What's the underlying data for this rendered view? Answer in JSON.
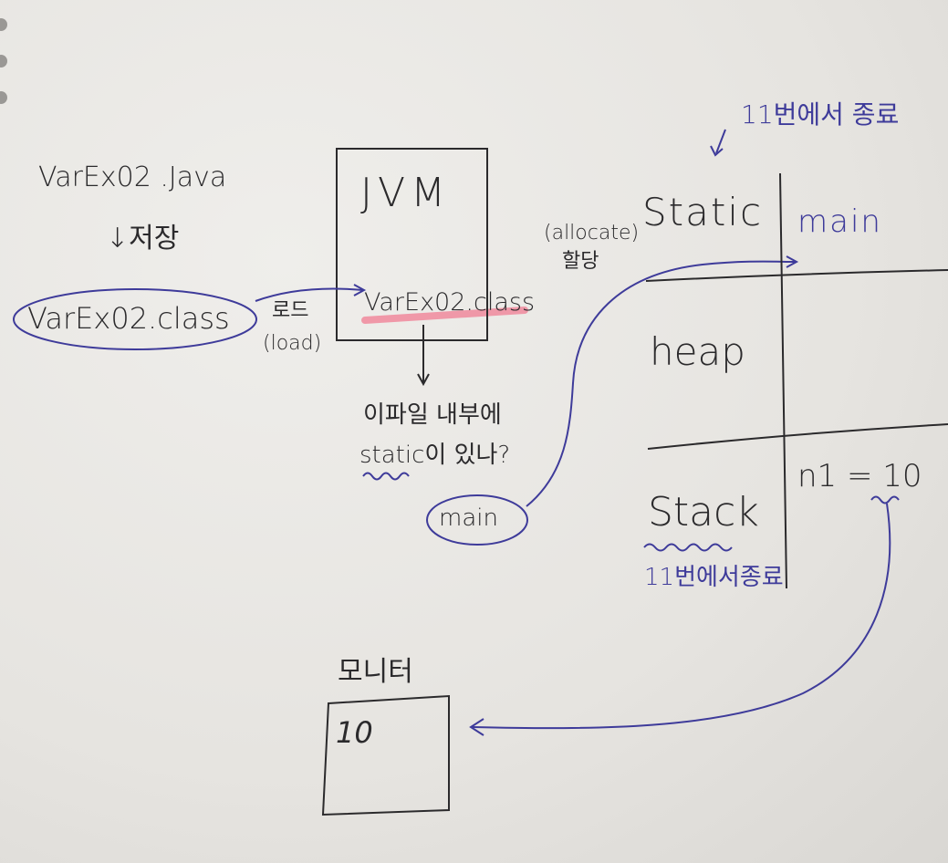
{
  "diagram": {
    "source_file": "VarEx02 .Java",
    "save_label": "↓저장",
    "class_file": "VarEx02.class",
    "load_label_ko": "로드",
    "load_label_en": "(load)",
    "jvm_title": "JVM",
    "jvm_class": "VarEx02.class",
    "question_line1": "이파일 내부에",
    "question_line2": "static이 있나?",
    "main_bubble": "main",
    "allocate_en": "(allocate)",
    "allocate_ko": "할당",
    "end_note_top": "11번에서 종료",
    "memory": {
      "static_label": "Static",
      "main_label": "main",
      "heap_label": "heap",
      "stack_label": "Stack",
      "stack_value": "n1 = 10",
      "end_note_bottom": "11번에서종료"
    },
    "monitor_label": "모니터",
    "monitor_value": "10"
  },
  "colors": {
    "paper": "#e9e7e3",
    "black_ink": "#2b2a2c",
    "blue_ink": "#3e3b9a",
    "highlight": "#f08a9c"
  }
}
